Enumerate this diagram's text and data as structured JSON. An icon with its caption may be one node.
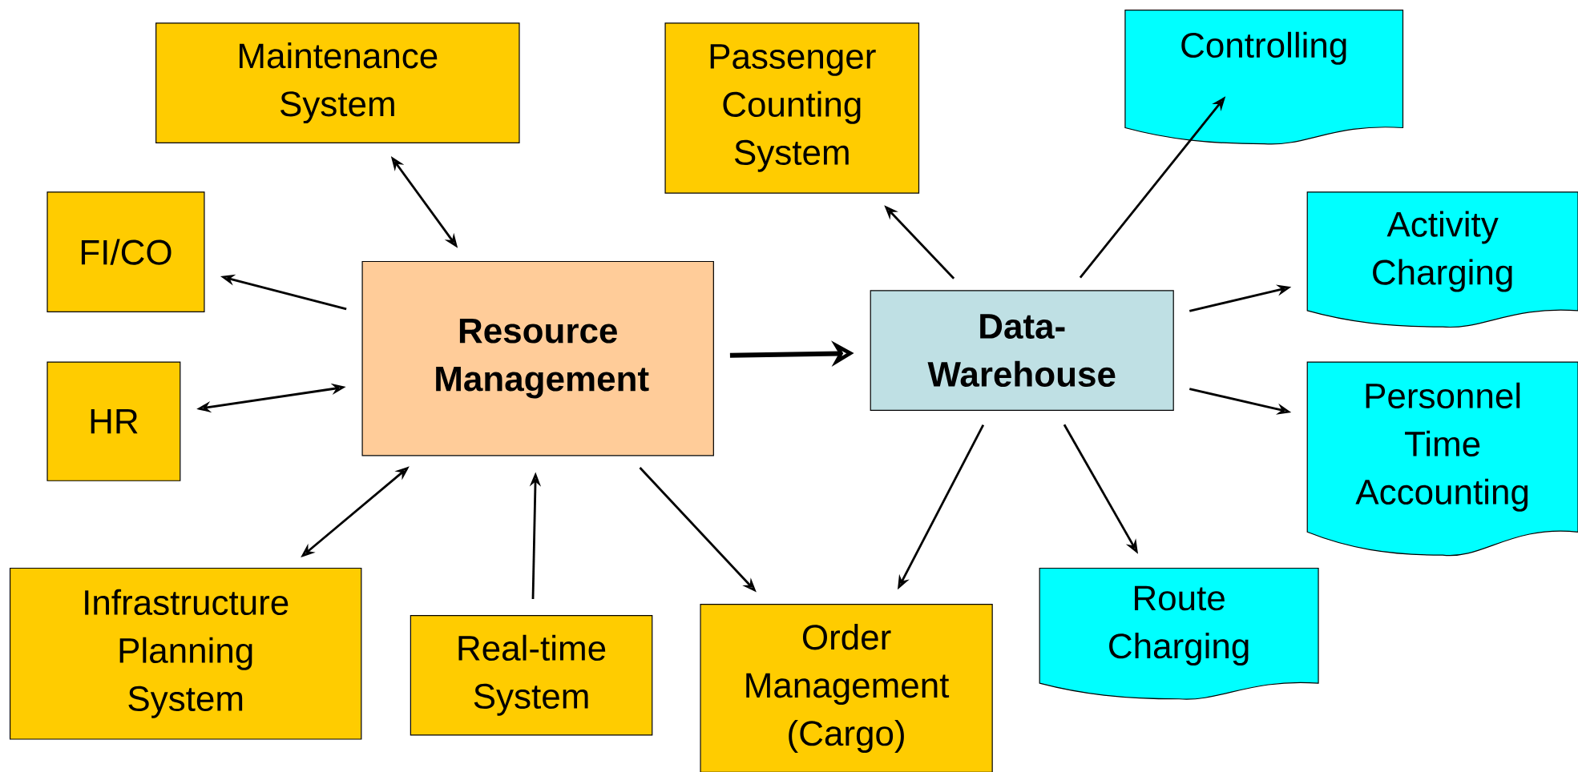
{
  "diagram": {
    "nodes": [
      {
        "text": [
          "Maintenance System"
        ]
      },
      {
        "text": [
          "FI/CO"
        ]
      },
      {
        "text": [
          "HR"
        ]
      },
      {
        "text": [
          "Resource Management"
        ]
      },
      {
        "text": [
          "Infrastructure Planning System"
        ]
      },
      {
        "text": [
          "Real-time System"
        ]
      },
      {
        "text": [
          "Order Management (Cargo)"
        ]
      },
      {
        "text": [
          "Passenger Counting System"
        ]
      },
      {
        "text": [
          "Data-Warehouse"
        ]
      },
      {
        "text": [
          "Controlling"
        ]
      },
      {
        "text": [
          "Activity Charging"
        ]
      },
      {
        "text": [
          "Personnel Time Accounting"
        ]
      },
      {
        "text": [
          "Route Charging"
        ]
      }
    ],
    "edges": [
      {
        "from": 0,
        "to": 3,
        "arrow": "both"
      },
      {
        "from": 3,
        "to": 1,
        "arrow": "to"
      },
      {
        "from": 2,
        "to": 3,
        "arrow": "both"
      },
      {
        "from": 4,
        "to": 3,
        "arrow": "both"
      },
      {
        "from": 5,
        "to": 3,
        "arrow": "to"
      },
      {
        "from": 3,
        "to": 6,
        "arrow": "to"
      },
      {
        "from": 3,
        "to": 8,
        "arrow": "to",
        "style": "thick"
      },
      {
        "from": 8,
        "to": 7,
        "arrow": "to"
      },
      {
        "from": 8,
        "to": 9,
        "arrow": "to"
      },
      {
        "from": 8,
        "to": 10,
        "arrow": "to"
      },
      {
        "from": 8,
        "to": 11,
        "arrow": "to"
      },
      {
        "from": 8,
        "to": 12,
        "arrow": "to"
      },
      {
        "from": 8,
        "to": 6,
        "arrow": "to"
      }
    ]
  }
}
